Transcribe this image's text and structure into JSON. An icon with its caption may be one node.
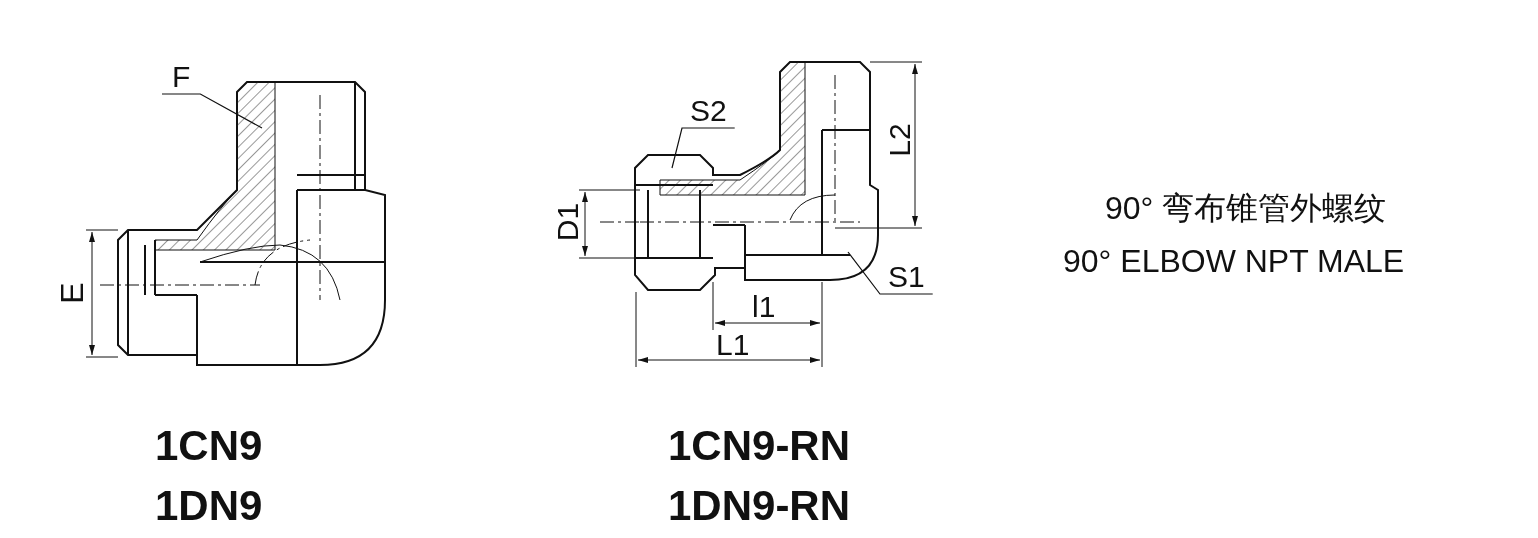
{
  "diagram": {
    "nodes": [
      {
        "text": [
          "F"
        ]
      },
      {
        "text": [
          "S2"
        ]
      },
      {
        "text": [
          "S1"
        ]
      }
    ],
    "edges": [
      {
        "from": 0,
        "to": null,
        "arrow": "none"
      },
      {
        "from": 1,
        "to": null,
        "arrow": "none"
      },
      {
        "from": 2,
        "to": null,
        "arrow": "none"
      }
    ],
    "labels": [
      "L2",
      "D1",
      "E",
      "l1",
      "L1",
      "90° 弯布锥管外螺纹",
      "90° ELBOW NPT MALE",
      "1CN9",
      "1DN9",
      "1CN9-RN",
      "1DN9-RN"
    ]
  }
}
